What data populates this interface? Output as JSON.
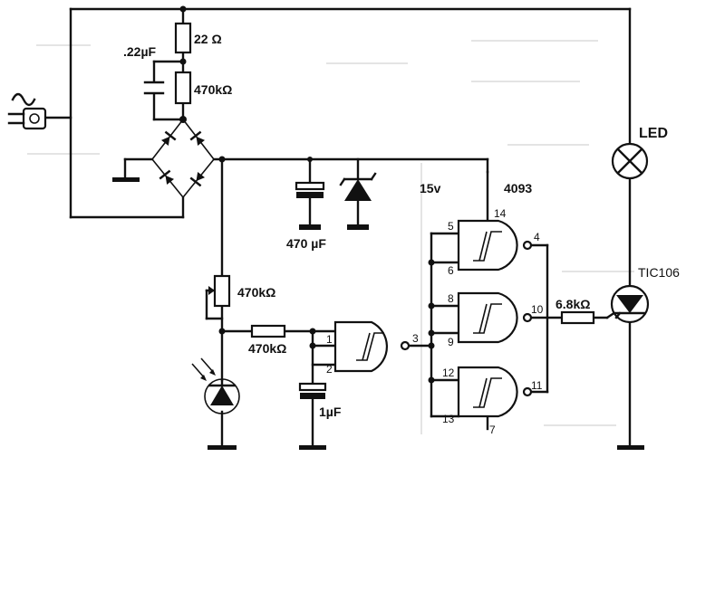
{
  "labels": {
    "r_22": "22 Ω",
    "c_022": ".22µF",
    "r_470k_top": "470kΩ",
    "c_470u": "470 µF",
    "supply": "15v",
    "ic": "4093",
    "r_470k_pot": "470kΩ",
    "r_470k_series": "470kΩ",
    "c_1u": "1µF",
    "r_68k": "6.8kΩ",
    "led": "LED",
    "scr": "TIC106"
  },
  "pins": {
    "g1_in_a": "1",
    "g1_in_b": "2",
    "g1_out": "3",
    "g2_in_a": "5",
    "g2_in_b": "6",
    "g2_out": "4",
    "g2_vdd": "14",
    "g3_in_a": "8",
    "g3_in_b": "9",
    "g3_out": "10",
    "g4_in_a": "12",
    "g4_in_b": "13",
    "g4_out": "11",
    "g4_gnd": "7"
  }
}
